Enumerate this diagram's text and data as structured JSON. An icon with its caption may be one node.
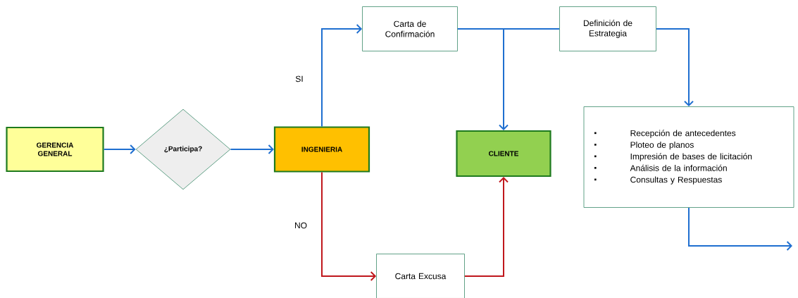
{
  "diagram": {
    "nodes": [
      {
        "text": [
          "GERENCIA GENERAL"
        ]
      },
      {
        "text": [
          "¿Participa?"
        ]
      },
      {
        "text": [
          "INGENIERIA"
        ]
      },
      {
        "text": [
          "Carta de Confirmación"
        ]
      },
      {
        "text": [
          "Definición de Estrategia"
        ]
      },
      {
        "text": [
          "CLIENTE"
        ]
      },
      {
        "text": [
          "Recepción de antecedentes",
          "Ploteo de planos",
          "Impresión de bases de licitación",
          "Análisis de la información",
          "Consultas y Respuestas"
        ]
      },
      {
        "text": [
          "Carta Excusa"
        ]
      }
    ],
    "edges": [
      {
        "from": 0,
        "to": 1,
        "arrow": "to"
      },
      {
        "from": 1,
        "to": 2,
        "arrow": "to"
      },
      {
        "from": 2,
        "to": 3,
        "arrow": "to",
        "label": "SI"
      },
      {
        "from": 2,
        "to": 7,
        "arrow": "to",
        "label": "NO",
        "color": "#c0171c"
      },
      {
        "from": 7,
        "to": 5,
        "arrow": "to",
        "color": "#c0171c"
      },
      {
        "from": 3,
        "to": 4,
        "arrow": "none"
      },
      {
        "from": 3,
        "to": 5,
        "arrow": "to"
      },
      {
        "from": 4,
        "to": 6,
        "arrow": "to"
      },
      {
        "from": 6,
        "to": null,
        "arrow": "to"
      }
    ]
  }
}
